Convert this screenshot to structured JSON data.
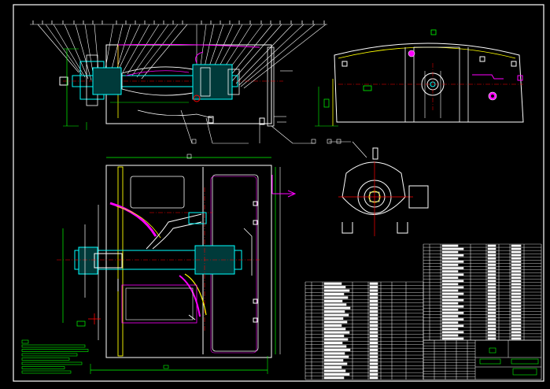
{
  "drawing": {
    "background": "#000000",
    "colors": {
      "frame": "#ffffff",
      "body": "#ffffff",
      "shaft": "#00ffff",
      "liner": "#ff00ff",
      "leader": "#ffffff",
      "dims": "#00ff00",
      "center": "#ff0000",
      "accent": "#ffff00",
      "table": "#ffffff",
      "text": "#00ff00"
    },
    "views": [
      {
        "name": "sectional-elevation"
      },
      {
        "name": "end-view"
      },
      {
        "name": "plan-view"
      },
      {
        "name": "motor-side-view"
      }
    ],
    "title_block": {
      "rows": 14
    },
    "parts_list": {
      "rows": 30
    },
    "notes_lines": 7
  }
}
